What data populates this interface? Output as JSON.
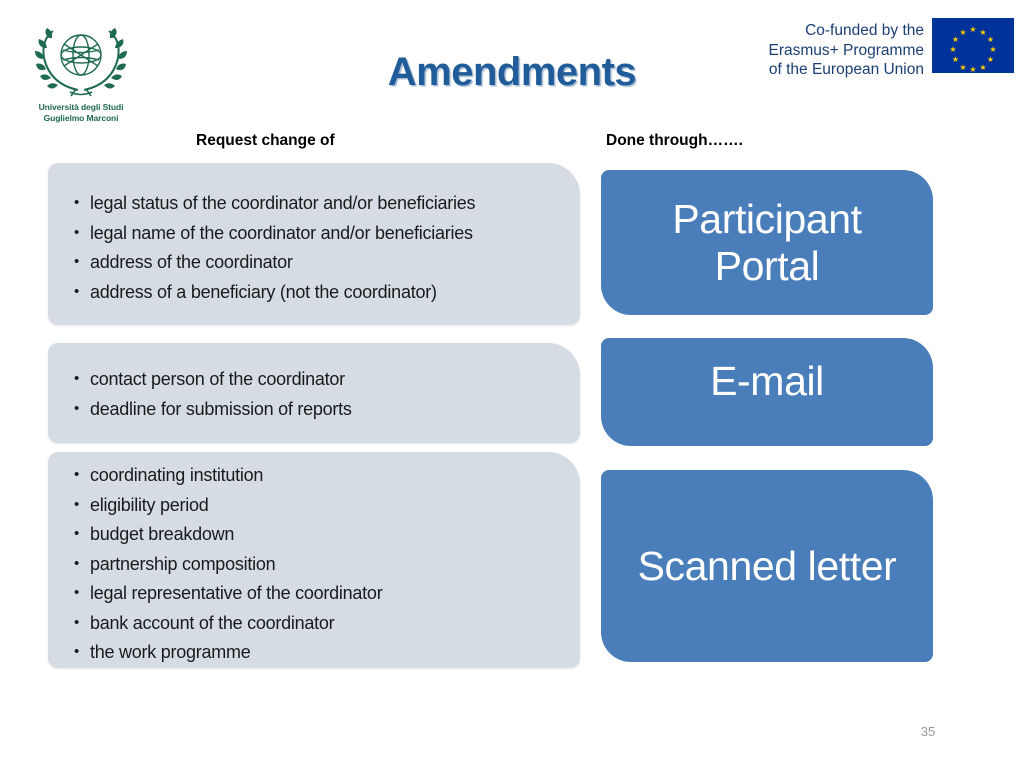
{
  "slide": {
    "title": "Amendments",
    "page_number": "35",
    "title_color": "#1F5C99",
    "blue_panel_color": "#4A7EBB",
    "grey_panel_color": "#D6DCE4"
  },
  "university_logo": {
    "icon": "globe-laurel-wreath-emblem",
    "line1": "Università degli Studi",
    "line2": "Guglielmo Marconi",
    "color": "#1f6b4e"
  },
  "erasmus_logo": {
    "line1": "Co-funded by the",
    "line2": "Erasmus+ Programme",
    "line3": "of the European Union",
    "flag_icon": "eu-flag",
    "flag_background": "#003399",
    "flag_star_color": "#FFCC00",
    "text_color": "#1b3f73"
  },
  "headers": {
    "left": "Request change of",
    "right": "Done through……."
  },
  "rows": [
    {
      "items": [
        "legal status of the coordinator and/or beneficiaries",
        "legal name of the coordinator and/or beneficiaries",
        "address of the coordinator",
        "address of a beneficiary (not the coordinator)"
      ],
      "method": "Participant\nPortal"
    },
    {
      "items": [
        "contact person of the coordinator",
        "deadline for submission of reports"
      ],
      "method": "E-mail"
    },
    {
      "items": [
        "coordinating institution",
        "eligibility period",
        "budget breakdown",
        "partnership composition",
        "legal representative of the coordinator",
        "bank account of the coordinator",
        "the work programme"
      ],
      "method": "Scanned letter"
    }
  ]
}
